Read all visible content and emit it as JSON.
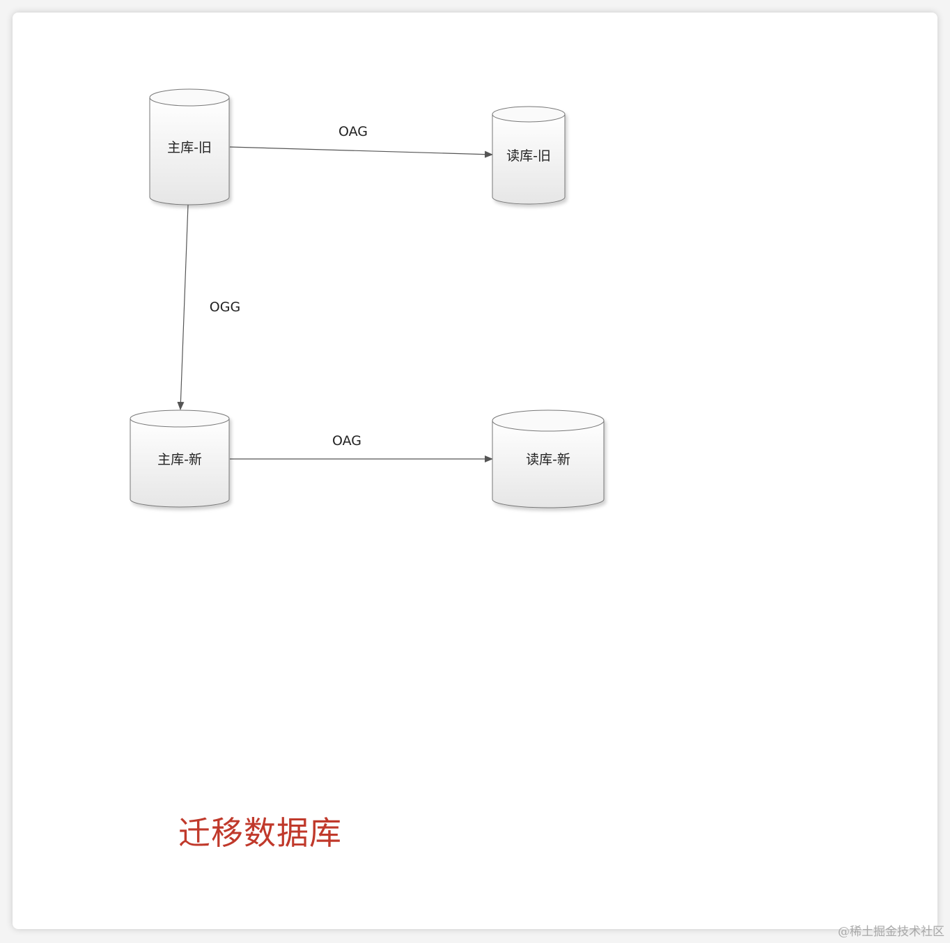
{
  "nodes": {
    "primary_old": {
      "label": "主库-旧"
    },
    "read_old": {
      "label": "读库-旧"
    },
    "primary_new": {
      "label": "主库-新"
    },
    "read_new": {
      "label": "读库-新"
    }
  },
  "edges": {
    "primary_old_to_read_old": {
      "label": "OAG"
    },
    "primary_old_to_primary_new": {
      "label": "OGG"
    },
    "primary_new_to_read_new": {
      "label": "OAG"
    }
  },
  "title": "迁移数据库",
  "watermark": "@稀土掘金技术社区",
  "colors": {
    "title": "#c0392b",
    "edge": "#555555",
    "cylinder_stroke": "#777777"
  }
}
